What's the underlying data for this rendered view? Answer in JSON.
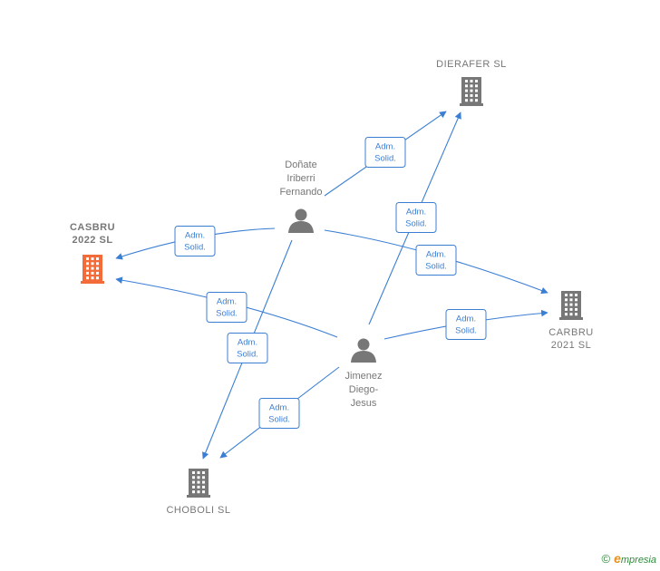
{
  "colors": {
    "edge": "#3b7fd4",
    "company": "#777777",
    "company_focus": "#f26b38",
    "person": "#777777"
  },
  "companies": [
    {
      "id": "dierafer",
      "lines": [
        "DIERAFER  SL"
      ],
      "focus": false
    },
    {
      "id": "casbru",
      "lines": [
        "CASBRU",
        "2022  SL"
      ],
      "focus": true
    },
    {
      "id": "carbru",
      "lines": [
        "CARBRU",
        "2021  SL"
      ],
      "focus": false
    },
    {
      "id": "choboli",
      "lines": [
        "CHOBOLI  SL"
      ],
      "focus": false
    }
  ],
  "people": [
    {
      "id": "donate",
      "lines": [
        "Doñate",
        "Iriberri",
        "Fernando"
      ]
    },
    {
      "id": "jimenez",
      "lines": [
        "Jimenez",
        "Diego-",
        "Jesus"
      ]
    }
  ],
  "edges": [
    {
      "from": "donate",
      "to": "dierafer",
      "label": [
        "Adm.",
        "Solid."
      ]
    },
    {
      "from": "donate",
      "to": "casbru",
      "label": [
        "Adm.",
        "Solid."
      ]
    },
    {
      "from": "donate",
      "to": "carbru",
      "label": [
        "Adm.",
        "Solid."
      ]
    },
    {
      "from": "donate",
      "to": "choboli",
      "label": [
        "Adm.",
        "Solid."
      ]
    },
    {
      "from": "jimenez",
      "to": "dierafer",
      "label": [
        "Adm.",
        "Solid."
      ]
    },
    {
      "from": "jimenez",
      "to": "casbru",
      "label": [
        "Adm.",
        "Solid."
      ]
    },
    {
      "from": "jimenez",
      "to": "carbru",
      "label": [
        "Adm.",
        "Solid."
      ]
    },
    {
      "from": "jimenez",
      "to": "choboli",
      "label": [
        "Adm.",
        "Solid."
      ]
    }
  ],
  "footer": {
    "copyright": "©",
    "brand_initial": "e",
    "brand_rest": "mpresia"
  }
}
